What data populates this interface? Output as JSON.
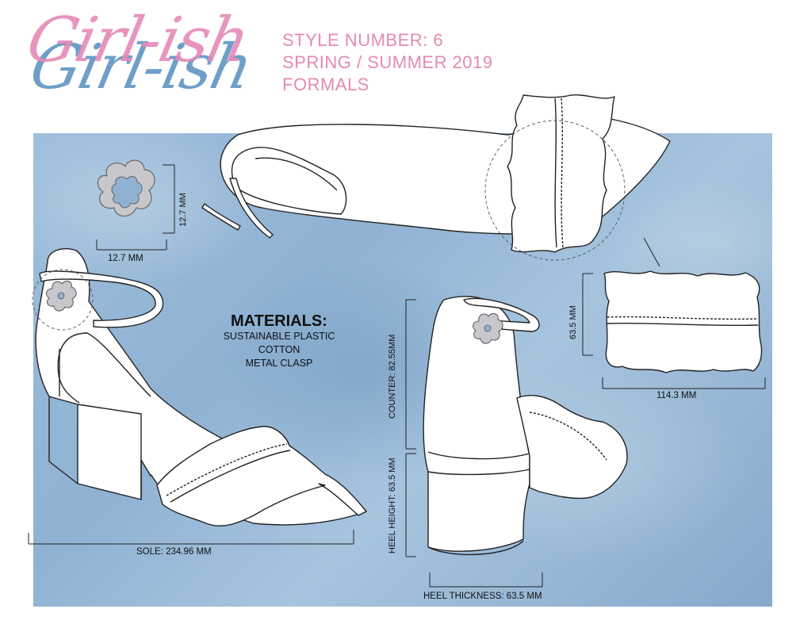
{
  "brand": {
    "logo_text": "Girl-ish"
  },
  "header": {
    "style_number": "STYLE NUMBER: 6",
    "season": "SPRING / SUMMER 2019",
    "category": "FORMALS"
  },
  "materials": {
    "title": "MATERIALS:",
    "items": [
      "SUSTAINABLE PLASTIC",
      "COTTON",
      "METAL CLASP"
    ]
  },
  "dimensions": {
    "clasp_height": "12.7 MM",
    "clasp_width": "12.7 MM",
    "ruffle_height": "63.5 MM",
    "ruffle_width": "114.3 MM",
    "counter": "COUNTER: 82.55MM",
    "heel_height": "HEEL HEIGHT: 63.5 MM",
    "heel_thickness": "HEEL THICKNESS: 63.5 MM",
    "sole": "SOLE: 234.96 MM"
  },
  "colors": {
    "logo_pink": "#e58ab8",
    "logo_blue": "#6f9fc8",
    "header_text": "#e589b4",
    "background_wash": "#9fbfdc"
  }
}
